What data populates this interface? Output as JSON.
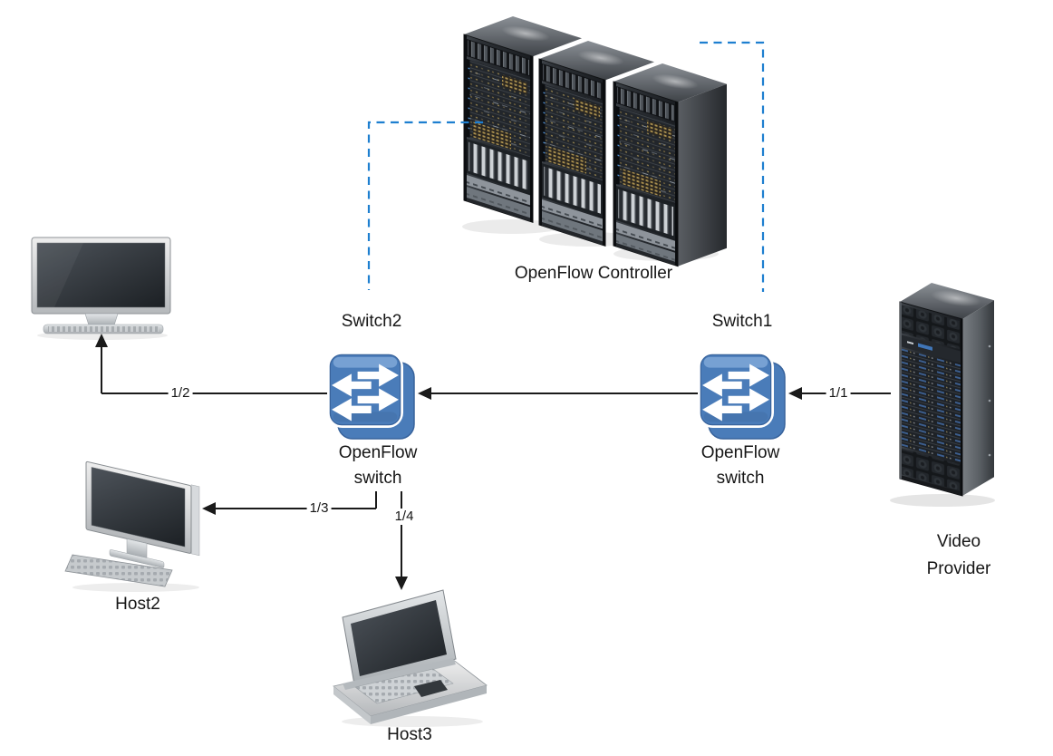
{
  "diagram": {
    "controller": {
      "label": "OpenFlow Controller",
      "icon": "server-rack-cluster-icon"
    },
    "switch2": {
      "name": "Switch2",
      "type_label": "OpenFlow\nswitch",
      "icon": "openflow-switch-icon"
    },
    "switch1": {
      "name": "Switch1",
      "type_label": "OpenFlow\nswitch",
      "icon": "openflow-switch-icon"
    },
    "video_provider": {
      "label": "Video\nProvider",
      "icon": "server-rack-icon"
    },
    "display": {
      "icon": "monitor-icon"
    },
    "host2": {
      "label": "Host2",
      "icon": "desktop-computer-icon"
    },
    "host3": {
      "label": "Host3",
      "icon": "laptop-icon"
    },
    "ports": {
      "vp_to_switch1": "1/1",
      "switch2_to_display": "1/2",
      "switch2_to_host2": "1/3",
      "switch2_to_host3": "1/4"
    },
    "colors": {
      "switch_blue": "#4a7cb9",
      "switch_highlight": "#79a3d4",
      "control_link_blue": "#1e7fd0",
      "data_link_black": "#1a1a1a"
    }
  }
}
